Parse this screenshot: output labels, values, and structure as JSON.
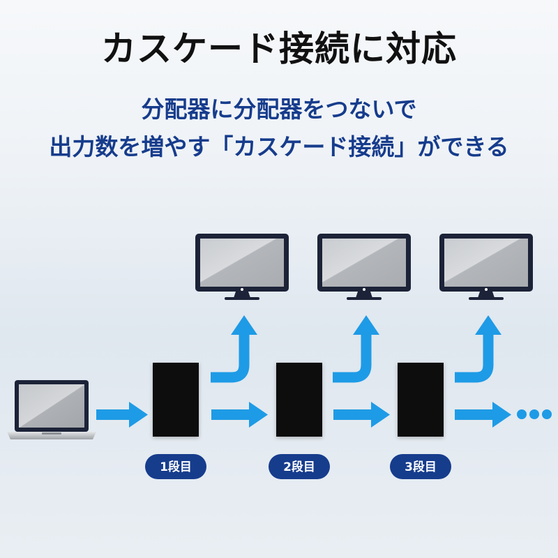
{
  "title": "カスケード接続に対応",
  "subtitle_line1": "分配器に分配器をつないで",
  "subtitle_line2": "出力数を増やす「カスケード接続」ができる",
  "stages": [
    {
      "label": "1段目"
    },
    {
      "label": "2段目"
    },
    {
      "label": "3段目"
    }
  ],
  "colors": {
    "arrow": "#1e9be6",
    "splitter": "#0b0b0b",
    "badge": "#163c8c",
    "monitor_frame": "#1c2338",
    "title": "#111111",
    "subtitle": "#163c8c"
  }
}
